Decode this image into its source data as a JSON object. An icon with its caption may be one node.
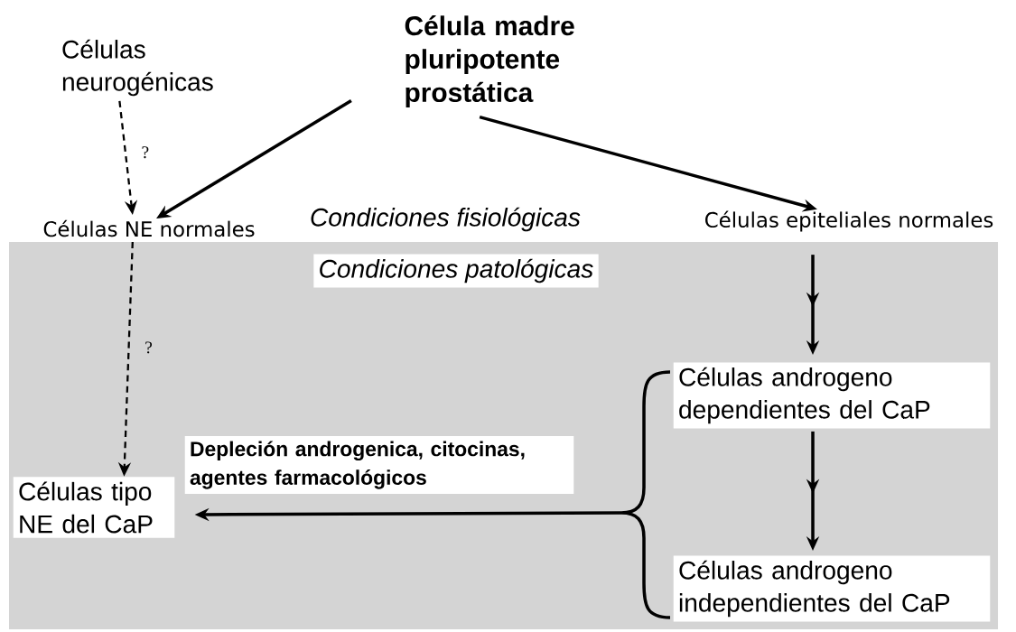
{
  "diagram": {
    "nodes": [
      {
        "text": [
          "Célula madre pluripotente prostática"
        ]
      },
      {
        "text": [
          "Células neurogénicas"
        ]
      },
      {
        "text": [
          "Células NE normales"
        ]
      },
      {
        "text": [
          "Células epiteliales normales"
        ]
      },
      {
        "text": [
          "Células androgeno dependientes del CaP"
        ]
      },
      {
        "text": [
          "Células androgeno independientes del CaP"
        ]
      },
      {
        "text": [
          "Células tipo NE del CaP"
        ]
      }
    ],
    "edges": [
      {
        "from": 0,
        "to": 2,
        "arrow": "to"
      },
      {
        "from": 0,
        "to": 3,
        "arrow": "to"
      },
      {
        "from": 1,
        "to": 2,
        "arrow": "to",
        "style": "dashed",
        "label": "?"
      },
      {
        "from": 2,
        "to": 6,
        "arrow": "to",
        "style": "dashed",
        "label": "?"
      },
      {
        "from": 3,
        "to": 4,
        "arrow": "to"
      },
      {
        "from": 4,
        "to": 5,
        "arrow": "to"
      },
      {
        "from": 4,
        "to": 6,
        "arrow": "to",
        "label": "Depleción androgenica, citocinas, agentes farmacológicos"
      },
      {
        "from": 5,
        "to": 6,
        "arrow": "to"
      }
    ],
    "labels": [
      "Condiciones fisiológicas",
      "Condiciones patológicas"
    ]
  }
}
